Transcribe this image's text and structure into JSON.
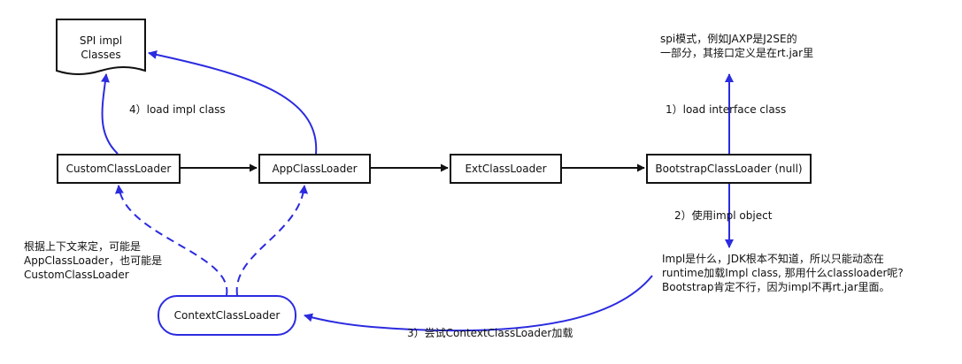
{
  "nodes": {
    "spi_impl_line1": "SPI impl",
    "spi_impl_line2": "Classes",
    "custom": "CustomClassLoader",
    "app": "AppClassLoader",
    "ext": "ExtClassLoader",
    "bootstrap": "BootstrapClassLoader (null)",
    "context": "ContextClassLoader"
  },
  "annotations": {
    "spi_note_line1": "spi模式，例如JAXP是J2SE的",
    "spi_note_line2": "一部分，其接口定义是在rt.jar里",
    "step1": "1）load interface class",
    "step2": "2）使用impl object",
    "step3": "3）尝试ContextClassLoader加载",
    "step4": "4）load impl class",
    "impl_note_line1": "Impl是什么，JDK根本不知道，所以只能动态在",
    "impl_note_line2": "runtime加载Impl class, 那用什么classloader呢?",
    "impl_note_line3": "Bootstrap肯定不行，因为impl不再rt.jar里面。",
    "context_note_line1": "根据上下文来定，可能是",
    "context_note_line2": "AppClassLoader，也可能是",
    "context_note_line3": "CustomClassLoader"
  },
  "colors": {
    "arrow_black": "#111111",
    "arrow_blue": "#2b2be0"
  }
}
